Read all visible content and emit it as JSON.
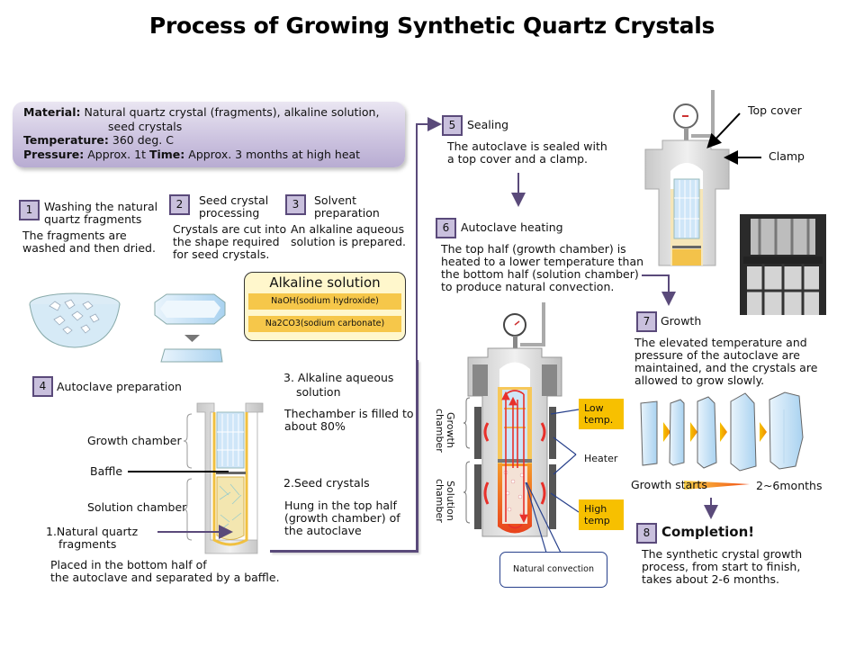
{
  "title": "Process of Growing Synthetic Quartz Crystals",
  "info": {
    "material_label": "Material:",
    "material_value": "Natural quartz crystal (fragments), alkaline solution,",
    "material_value2": "seed crystals",
    "temperature_label": "Temperature:",
    "temperature_value": "360 deg. C",
    "pressure_label": "Pressure:",
    "pressure_value": "Approx. 1t",
    "time_label": "Time:",
    "time_value": "Approx. 3 months at high heat"
  },
  "steps": [
    {
      "num": "1",
      "title": "Washing the natural quartz fragments",
      "title_l1": "Washing the natural",
      "title_l2": "quartz fragments",
      "desc_l1": "The fragments are",
      "desc_l2": "washed and then dried."
    },
    {
      "num": "2",
      "title_l1": "Seed crystal",
      "title_l2": "processing",
      "desc_l1": "Crystals are cut into",
      "desc_l2": "the shape required",
      "desc_l3": "for seed crystals."
    },
    {
      "num": "3",
      "title_l1": "Solvent",
      "title_l2": "preparation",
      "desc_l1": "An alkaline aqueous",
      "desc_l2": "solution is prepared."
    },
    {
      "num": "4",
      "title": "Autoclave preparation"
    },
    {
      "num": "5",
      "title": "Sealing",
      "desc_l1": "The autoclave is sealed with",
      "desc_l2": "a top cover and a clamp."
    },
    {
      "num": "6",
      "title": "Autoclave heating",
      "desc_l1": "The top half (growth chamber) is",
      "desc_l2": "heated to a lower temperature than",
      "desc_l3": "the bottom half (solution chamber)",
      "desc_l4": "to produce natural convection."
    },
    {
      "num": "7",
      "title": "Growth",
      "desc_l1": "The elevated temperature and",
      "desc_l2": "pressure of the autoclave are",
      "desc_l3": "maintained, and the crystals are",
      "desc_l4": "allowed to grow slowly."
    },
    {
      "num": "8",
      "title": "Completion!",
      "desc_l1": "The synthetic crystal growth",
      "desc_l2": "process, from start to finish,",
      "desc_l3": "takes about 2-6 months."
    }
  ],
  "alkaline": {
    "heading": "Alkaline solution",
    "items": [
      "NaOH(sodium hydroxide)",
      "Na2CO3(sodium carbonate)"
    ]
  },
  "step4_diagram": {
    "growth_chamber": "Growth chamber",
    "baffle": "Baffle",
    "solution_chamber": "Solution chamber",
    "fragments_l1": "1.Natural  quartz",
    "fragments_l2": "fragments",
    "fragments_desc_l1": "Placed in the bottom half of",
    "fragments_desc_l2": "the autoclave and separated by a baffle.",
    "alk_l1": "3. Alkaline  aqueous",
    "alk_l2": "solution",
    "alk_desc_l1": "Thechamber is filled to",
    "alk_desc_l2": "about 80%",
    "seed_title": "2.Seed crystals",
    "seed_desc_l1": "Hung in the top half",
    "seed_desc_l2": "(growth chamber) of",
    "seed_desc_l3": "the autoclave"
  },
  "step5_diagram": {
    "top_cover": "Top cover",
    "clamp": "Clamp"
  },
  "step6_diagram": {
    "growth_chamber": "Growth chamber",
    "solution_chamber": "Solution chamber",
    "low_temp_l1": "Low",
    "low_temp_l2": "temp.",
    "heater": "Heater",
    "high_temp_l1": "High",
    "high_temp_l2": "temp",
    "natural_convection": "Natural convection"
  },
  "growth_timeline": {
    "start": "Growth starts",
    "end": "2~6months"
  },
  "colors": {
    "badge_fill": "#c9c0dd",
    "badge_border": "#5a4a7a",
    "flow_line": "#5a4a7a",
    "info_box": "#cdc4e0",
    "yellow": "#f7c000",
    "alkaline_row": "#f6c74a"
  }
}
